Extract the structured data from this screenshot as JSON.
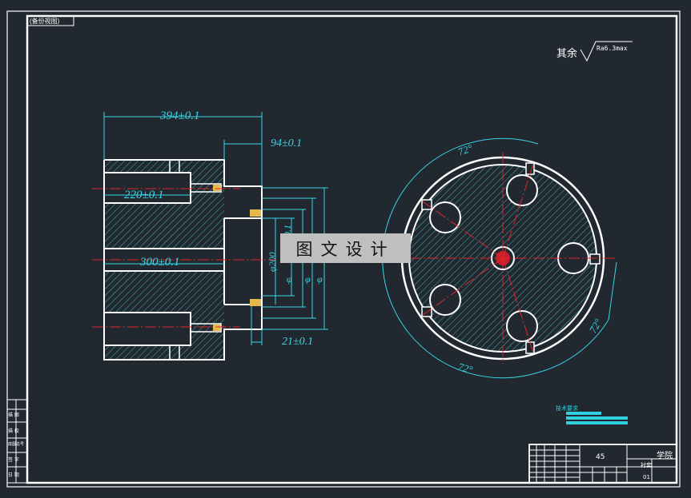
{
  "title_tag": "(备份视图)",
  "surface_note": {
    "prefix": "其余",
    "value": "Ra6.3max"
  },
  "dimensions_left": {
    "overall_length": "394±0.1",
    "flange_width": "94±0.1",
    "bore_depth_upper": "220±0.1",
    "bore_depth_center": "300±0.1",
    "step_depth": "21±0.1",
    "diameter_200": "φ200",
    "tolerance_small": "-0.1",
    "diameter_a": "φ",
    "diameter_b": "φ",
    "diameter_c": "φ"
  },
  "dimensions_right": {
    "angle_top": "72°",
    "angle_right": "72°",
    "angle_bottom": "72°"
  },
  "watermark": "图文设计",
  "tech_req_label": "技术要求",
  "title_block": {
    "material": "45",
    "school": "学院",
    "part_name": "衬套",
    "drawing_no": "01"
  },
  "side_strip_labels": [
    "描 图",
    "描 校",
    "底图总号",
    "签 字",
    "日 期"
  ],
  "colors": {
    "background": "#212830",
    "outline": "#ffffff",
    "dimension": "#37d6e6",
    "centerline": "#e0262b",
    "hatch": "#3fa8a8"
  }
}
